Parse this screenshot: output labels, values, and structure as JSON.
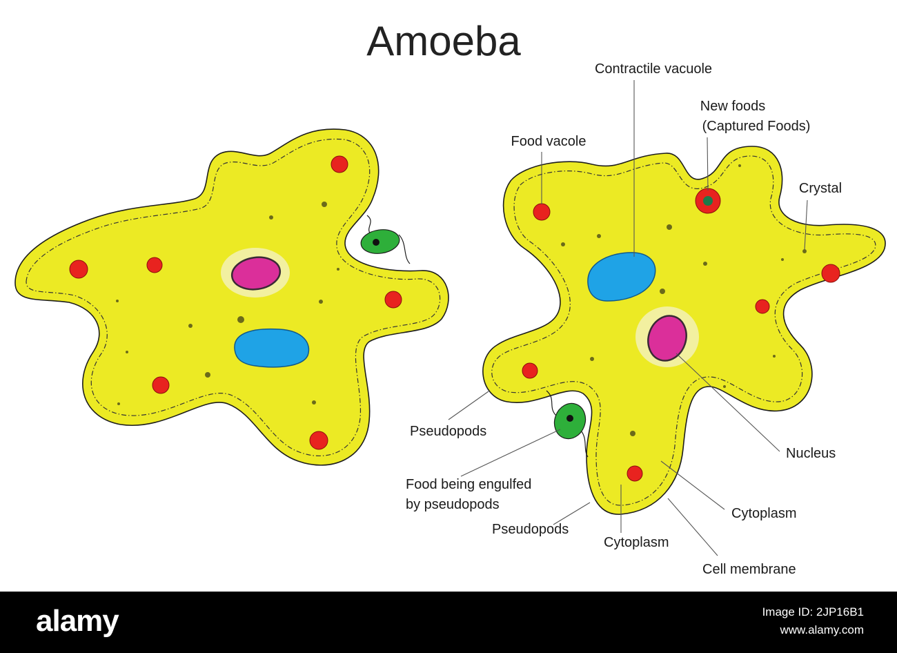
{
  "diagram": {
    "title": "Amoeba",
    "labels": {
      "contractile_vacuole": "Contractile vacuole",
      "new_foods_line1": "New foods",
      "new_foods_line2": "(Captured Foods)",
      "food_vacuole": "Food vacole",
      "crystal": "Crystal",
      "pseudopods_upper": "Pseudopods",
      "food_engulfed_line1": "Food being engulfed",
      "food_engulfed_line2": "by pseudopods",
      "pseudopods_lower": "Pseudopods",
      "nucleus": "Nucleus",
      "cytoplasm_right": "Cytoplasm",
      "cytoplasm_bottom": "Cytoplasm",
      "cell_membrane": "Cell membrane"
    },
    "colors": {
      "cytoplasm": "#ecea24",
      "food_vacuole": "#e8231f",
      "contractile_vacuole": "#1fa3e6",
      "nucleus": "#db2f9a",
      "prey": "#2eaf3a"
    }
  },
  "footer": {
    "watermark": "alamy",
    "image_id": "Image ID: 2JP16B1",
    "site": "www.alamy.com"
  }
}
